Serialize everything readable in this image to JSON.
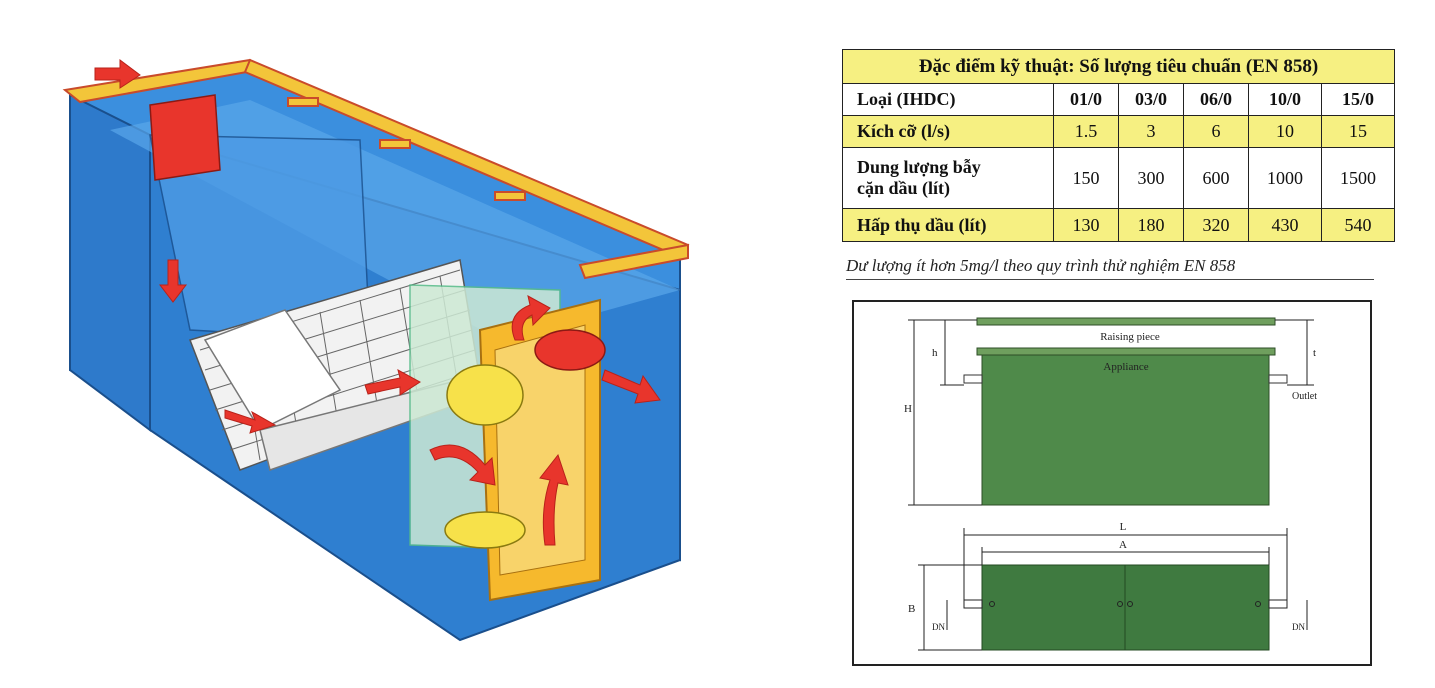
{
  "spec_table": {
    "title": "Đặc điểm kỹ thuật: Số lượng tiêu chuẩn (EN 858)",
    "rows": [
      {
        "label": "Loại (IHDC)",
        "values": [
          "01/0",
          "03/0",
          "06/0",
          "10/0",
          "15/0"
        ]
      },
      {
        "label": "Kích cỡ (l/s)",
        "values": [
          "1.5",
          "3",
          "6",
          "10",
          "15"
        ]
      },
      {
        "label_line1": "Dung lượng bẫy",
        "label_line2": "cặn dầu (lít)",
        "values": [
          "150",
          "300",
          "600",
          "1000",
          "1500"
        ]
      },
      {
        "label": "Hấp thụ dầu (lít)",
        "values": [
          "130",
          "180",
          "320",
          "430",
          "540"
        ]
      }
    ]
  },
  "note": "Dư lượng ít hơn 5mg/l theo quy trình thử nghiệm EN 858",
  "drawing": {
    "raising_piece": "Raising piece",
    "appliance": "Appliance",
    "outlet": "Outlet",
    "dim_h": "H",
    "dim_h_small": "h",
    "dim_t": "t",
    "dim_l": "L",
    "dim_a": "A",
    "dim_b": "B",
    "dim_dn_left": "DN",
    "dim_dn_right": "DN"
  },
  "colors": {
    "tank_blue": "#2f7fd0",
    "rim_yellow": "#f3c53a",
    "flow_red": "#e8352c",
    "table_yellow": "#f6f082",
    "drawing_green": "#4f8a4a"
  }
}
